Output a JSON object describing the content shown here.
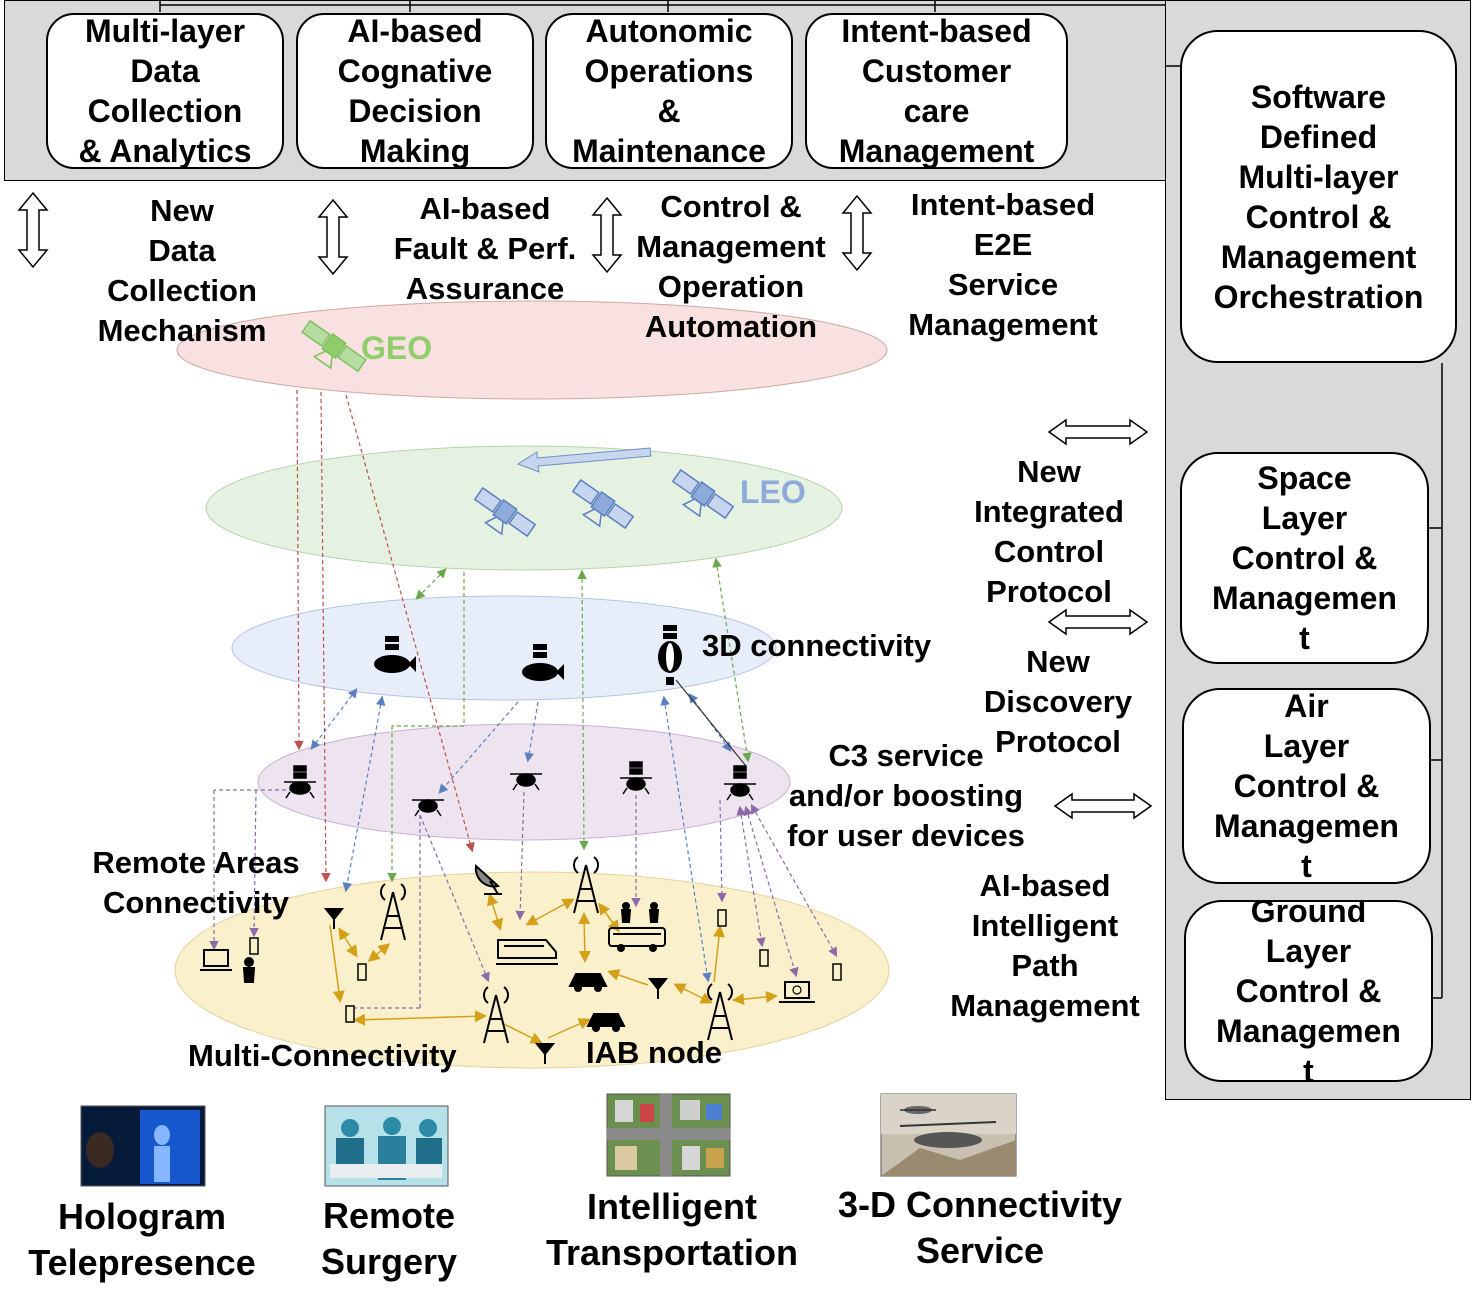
{
  "top_boxes": [
    "Multi-layer\nData\nCollection\n& Analytics",
    "AI-based\nCognative\nDecision\nMaking",
    "Autonomic\nOperations\n&\nMaintenance",
    "Intent-based\nCustomer\ncare\nManagement"
  ],
  "orchestration_box": "Software\nDefined\nMulti-layer\nControl &\nManagement\nOrchestration",
  "layer_boxes": [
    "Space\nLayer\nControl &\nManagemen\nt",
    "Air\nLayer\nControl &\nManagemen\nt",
    "Ground\nLayer\nControl &\nManagemen\nt"
  ],
  "mechanisms": [
    "New\nData\nCollection\nMechanism",
    "AI-based\nFault & Perf.\nAssurance",
    "Control &\nManagement\nOperation\nAutomation",
    "Intent-based\nE2E\nService\nManagement"
  ],
  "protocols": {
    "integrated_control": "New\nIntegrated\nControl\nProtocol",
    "discovery": "New\nDiscovery\nProtocol",
    "path_management": "AI-based\nIntelligent\nPath\nManagement"
  },
  "layer_labels": {
    "geo": "GEO",
    "leo": "LEO",
    "connectivity_3d": "3D connectivity",
    "c3_service": "C3 service\nand/or boosting\nfor user devices",
    "remote_areas": "Remote Areas\nConnectivity",
    "multi_connectivity": "Multi-Connectivity",
    "iab_node": "IAB node"
  },
  "applications": [
    {
      "label": "Hologram\nTelepresence",
      "icon": "hologram-thumbnail"
    },
    {
      "label": "Remote\nSurgery",
      "icon": "surgery-thumbnail"
    },
    {
      "label": "Intelligent\nTransportation",
      "icon": "city-traffic-thumbnail"
    },
    {
      "label": "3-D Connectivity\nService",
      "icon": "air-vehicle-thumbnail"
    }
  ],
  "colors": {
    "geo_fill": "#f8e1e0",
    "leo_fill": "#e6f2e1",
    "hap_fill": "#e8eef9",
    "uav_fill": "#ede4f0",
    "ground_fill": "#fbf0cc",
    "geo_text": "#8fce6b",
    "leo_text": "#8eaadb",
    "panel_gray": "#d9d9d9"
  }
}
